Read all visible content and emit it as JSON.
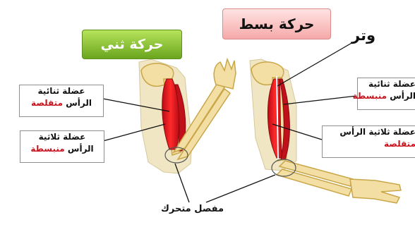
{
  "banners": {
    "flexion": "حركة ثني",
    "extension": "حركة بسط"
  },
  "tendon_label": "وتر",
  "joint_label": "مفصل متحرك",
  "flexion_labels": {
    "biceps_line1": "عضلة ثنائية",
    "biceps_line2_prefix": "الرأس ",
    "biceps_state": "متقلصة",
    "triceps_line1": "عضلة ثلاثية",
    "triceps_line2_prefix": "الرأس ",
    "triceps_state": "منبسطة"
  },
  "extension_labels": {
    "biceps_line1": "عضلة ثنائية",
    "biceps_line2_prefix": "الرأس ",
    "biceps_state": "منبسطة",
    "triceps_line1": "عضلة ثلاثية الرأس",
    "triceps_state": "متقلصة"
  },
  "colors": {
    "muscle": "#e0121c",
    "bone": "#f3dfa3",
    "bone_outline": "#c9a648",
    "flex_banner": "#8cc63f",
    "ext_banner": "#f7b2b2",
    "state_text": "#c8141e"
  }
}
